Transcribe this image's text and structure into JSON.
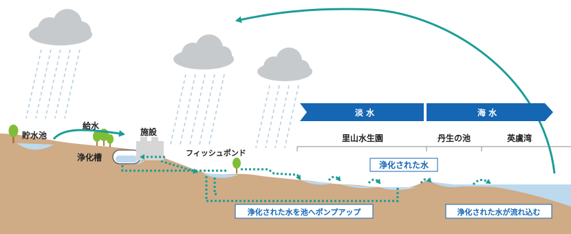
{
  "labels": {
    "reservoir": "貯水池",
    "water_supply": "給水",
    "facility": "施設",
    "septic_tank": "浄化槽",
    "fish_pond": "フィッシュポンド",
    "freshwater": "淡 水",
    "seawater": "海 水",
    "satoyama_garden": "里山水生園",
    "nyu_pond": "丹生の池",
    "ago_bay": "英虞湾",
    "purified_water": "浄化された水",
    "pump_up": "浄化された水を池へポンプアップ",
    "flows_in": "浄化された水が流れ込む"
  },
  "colors": {
    "teal": "#1a9d96",
    "blue_banner": "#1566b3",
    "water": "#bcd9ee",
    "ground": "#cfab86",
    "cloud": "#c6cacd",
    "rain": "#b5d0df",
    "tree": "#7fbd37",
    "trunk": "#a87a46",
    "building": "#d6d6d6"
  }
}
